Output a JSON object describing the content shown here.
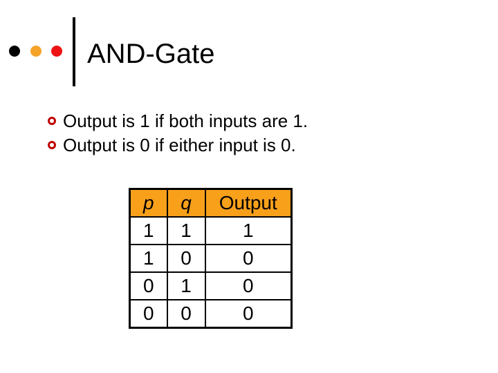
{
  "title": "AND-Gate",
  "decor": {
    "dots": [
      {
        "name": "black-dot",
        "color": "#000000"
      },
      {
        "name": "orange-dot",
        "color": "#f5a428"
      },
      {
        "name": "red-dot",
        "color": "#ee1414"
      }
    ],
    "bar_color": "#000000"
  },
  "bullets": {
    "marker_color": "#c00000",
    "items": [
      "Output is 1 if both inputs are 1.",
      "Output is 0 if either input is 0."
    ]
  },
  "table": {
    "header_bg": "#f9a01b",
    "border_color": "#000000",
    "columns": [
      "p",
      "q",
      "Output"
    ],
    "rows": [
      [
        "1",
        "1",
        "1"
      ],
      [
        "1",
        "0",
        "0"
      ],
      [
        "0",
        "1",
        "0"
      ],
      [
        "0",
        "0",
        "0"
      ]
    ]
  }
}
